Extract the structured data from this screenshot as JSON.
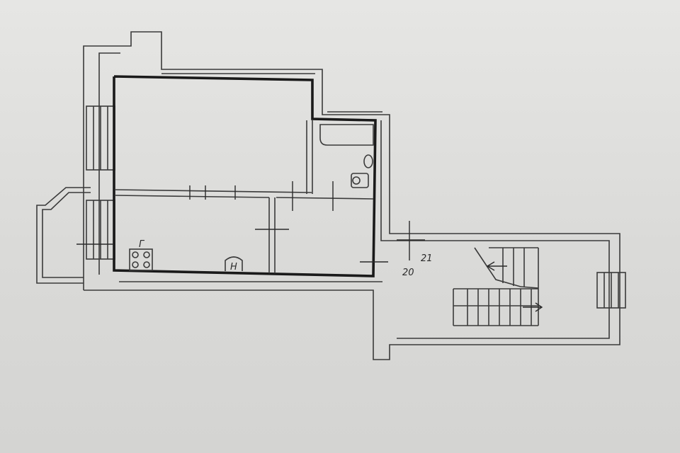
{
  "floor_plan": {
    "apartment_numbers": {
      "upper": "21",
      "lower": "20"
    },
    "stove_letter": "Г",
    "sink_letter": "Н"
  },
  "colors": {
    "paper": "#dcdcda",
    "ink": "#1a1a1a",
    "thin_line": "#3a3a3a"
  }
}
